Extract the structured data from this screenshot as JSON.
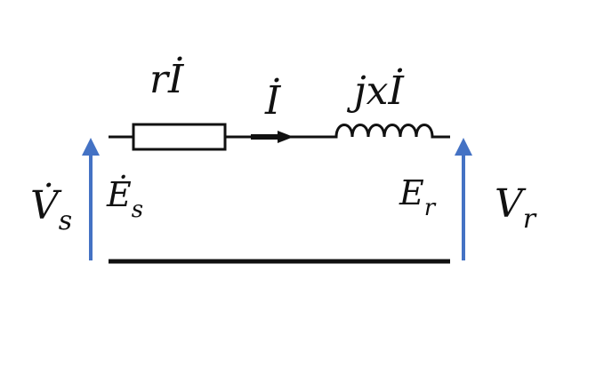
{
  "colors": {
    "wire": "#111111",
    "arrow": "#4472c4",
    "background": "#ffffff"
  },
  "labels": {
    "resistor_drop": {
      "main": "rİ"
    },
    "current": {
      "main": "İ"
    },
    "reactance_drop": {
      "main": "jxİ"
    },
    "vs": {
      "main": "V̇",
      "sub": "s"
    },
    "es": {
      "main": "Ė",
      "sub": "s"
    },
    "er": {
      "main": "E",
      "sub": "r"
    },
    "vr": {
      "main": "V",
      "sub": "r"
    }
  }
}
